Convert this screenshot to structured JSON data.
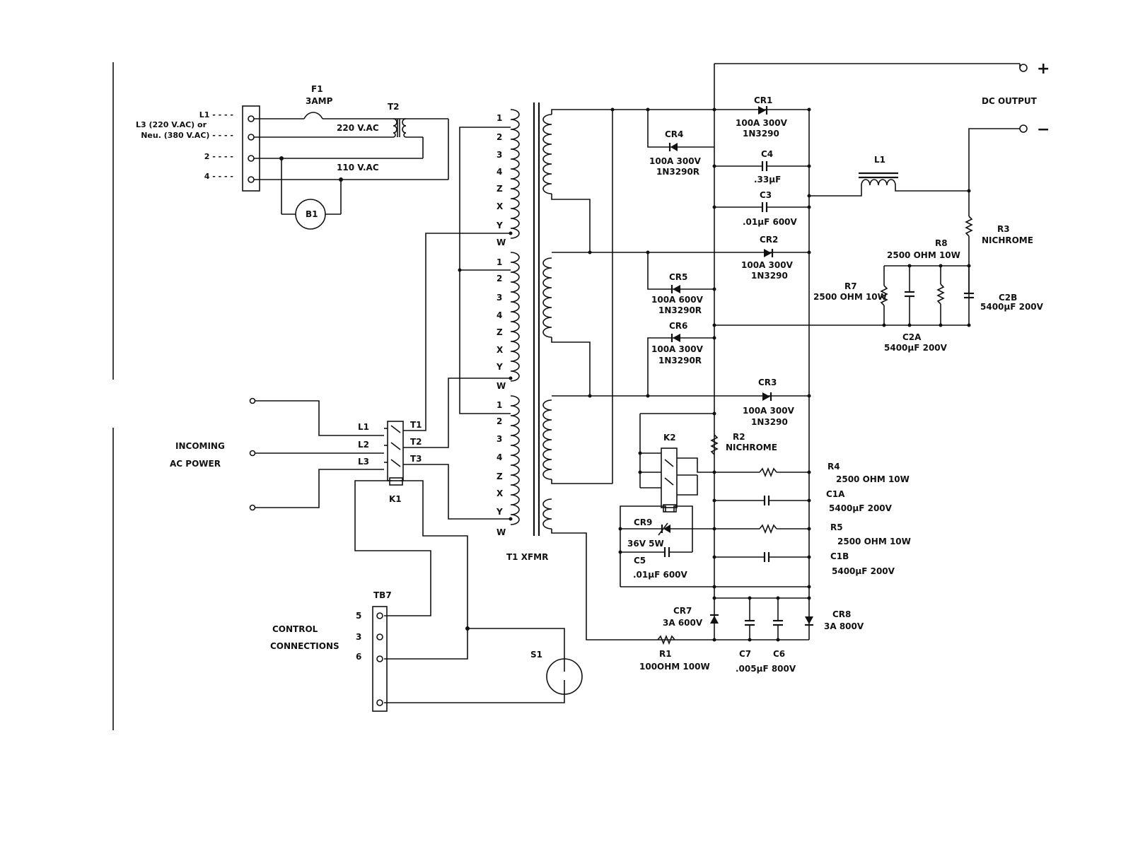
{
  "inputs": {
    "l1": "L1 - - - -",
    "l3": "L3 (220 V.AC) or",
    "neu": "Neu. (380 V.AC) - - - -",
    "two": "2 - - - -",
    "four": "4 - - - -"
  },
  "f1": {
    "ref": "F1",
    "val": "3AMP"
  },
  "t2": {
    "ref": "T2",
    "v220": "220 V.AC",
    "v110": "110 V.AC"
  },
  "b1": "B1",
  "incoming": {
    "l1": "INCOMING",
    "l2": "AC POWER"
  },
  "k1": {
    "ref": "K1",
    "l1": "L1",
    "l2": "L2",
    "l3": "L3",
    "t1": "T1",
    "t2": "T2",
    "t3": "T3"
  },
  "tb7": {
    "ref": "TB7",
    "p5": "5",
    "p3": "3",
    "p6": "6"
  },
  "control": {
    "l1": "CONTROL",
    "l2": "CONNECTIONS"
  },
  "s1": "S1",
  "t1": {
    "ref": "T1 XFMR",
    "taps": [
      "1",
      "2",
      "3",
      "4",
      "Z",
      "X",
      "Y",
      "W"
    ]
  },
  "cr1": {
    "ref": "CR1",
    "v1": "100A 300V",
    "v2": "1N3290"
  },
  "cr4": {
    "ref": "CR4",
    "v1": "100A 300V",
    "v2": "1N3290R"
  },
  "c4": {
    "ref": "C4",
    "val": ".33µF"
  },
  "c3": {
    "ref": "C3",
    "val": ".01µF 600V"
  },
  "cr2": {
    "ref": "CR2",
    "v1": "100A 300V",
    "v2": "1N3290"
  },
  "cr5": {
    "ref": "CR5",
    "v1": "100A 600V",
    "v2": "1N3290R"
  },
  "cr6": {
    "ref": "CR6",
    "v1": "100A 300V",
    "v2": "1N3290R"
  },
  "cr3": {
    "ref": "CR3",
    "v1": "100A 300V",
    "v2": "1N3290"
  },
  "k2": "K2",
  "r2": {
    "ref": "R2",
    "val": "NICHROME"
  },
  "cr9": {
    "ref": "CR9",
    "val": "36V 5W"
  },
  "c5": {
    "ref": "C5",
    "val": ".01µF 600V"
  },
  "r4": {
    "ref": "R4",
    "val": "2500 OHM 10W"
  },
  "c1a": {
    "ref": "C1A",
    "val": "5400µF 200V"
  },
  "r5": {
    "ref": "R5",
    "val": "2500 OHM 10W"
  },
  "c1b": {
    "ref": "C1B",
    "val": "5400µF 200V"
  },
  "cr7": {
    "ref": "CR7",
    "val": "3A 600V"
  },
  "r1": {
    "ref": "R1",
    "val": "100OHM 100W"
  },
  "c7": {
    "ref": "C7",
    "val": ".005µF 800V"
  },
  "c6": "C6",
  "cr8": {
    "ref": "CR8",
    "val": "3A 800V"
  },
  "l1": "L1",
  "dc": {
    "plus": "+",
    "minus": "−",
    "label": "DC OUTPUT"
  },
  "r3": {
    "ref": "R3",
    "val": "NICHROME"
  },
  "r8": {
    "ref": "R8",
    "val": "2500 OHM 10W"
  },
  "r7": {
    "ref": "R7",
    "val": "2500 OHM 10W"
  },
  "c2b": {
    "ref": "C2B",
    "val": "5400µF 200V"
  },
  "c2a": {
    "ref": "C2A",
    "val": "5400µF 200V"
  }
}
